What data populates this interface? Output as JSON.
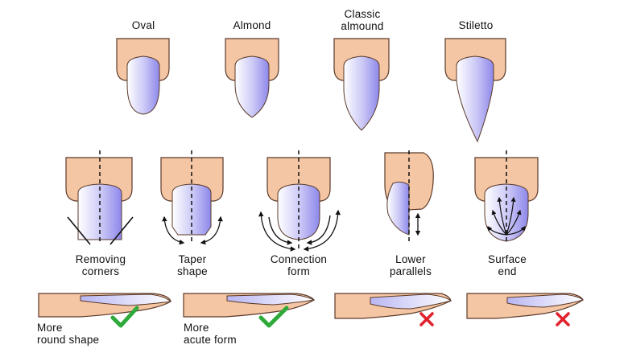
{
  "colors": {
    "skin": "#f5c6a3",
    "skin_stroke": "#5a3a2a",
    "nail_light": "#ffffff",
    "nail_dark": "#8d88ea",
    "check": "#2eaa3a",
    "cross": "#e0212b"
  },
  "shapes": {
    "oval": "Oval",
    "almond": "Almond",
    "classic_almond": "Classic\nalmound",
    "stiletto": "Stiletto"
  },
  "steps": {
    "removing_corners": "Removing\ncorners",
    "taper_shape": "Taper\nshape",
    "connection_form": "Connection\nform",
    "lower_parallels": "Lower\nparallels",
    "surface_end": "Surface\nend"
  },
  "profiles": {
    "round": "More\nround shape",
    "acute": "More\nacute form"
  },
  "marks": {
    "correct_1": "check-icon",
    "correct_2": "check-icon",
    "wrong_1": "cross-icon",
    "wrong_2": "cross-icon"
  }
}
